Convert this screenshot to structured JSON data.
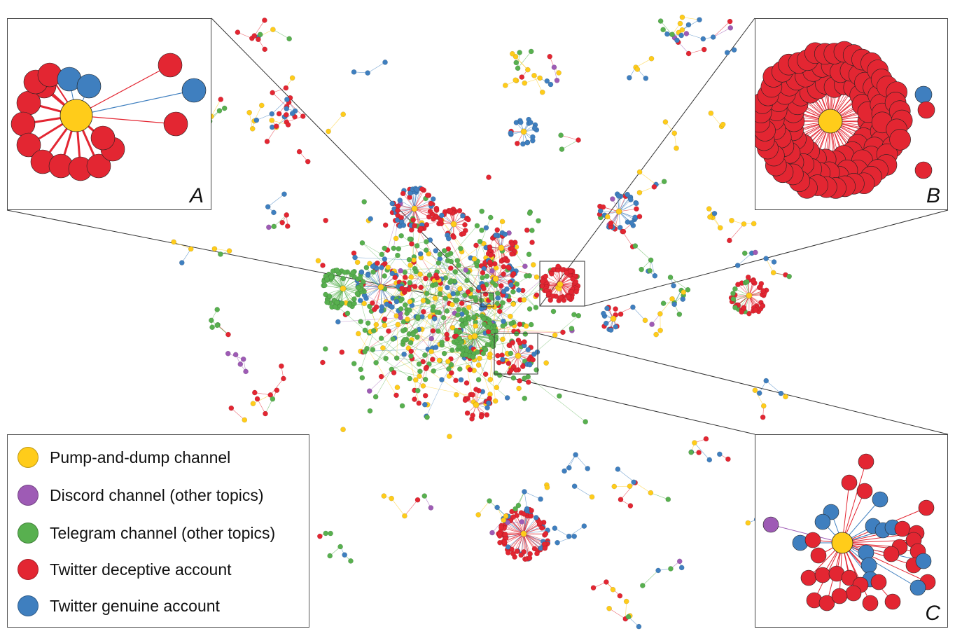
{
  "colors": {
    "pump": "#FFCC1A",
    "discord": "#9E5BB5",
    "telegram": "#58B04F",
    "deceptive": "#E32632",
    "genuine": "#3F7FBF"
  },
  "insets": [
    {
      "label": "A"
    },
    {
      "label": "B"
    },
    {
      "label": "C"
    }
  ],
  "legend": {
    "items": [
      {
        "label": "Pump-and-dump channel",
        "color": "#FFCC1A"
      },
      {
        "label": "Discord channel (other topics)",
        "color": "#9E5BB5"
      },
      {
        "label": "Telegram channel (other topics)",
        "color": "#58B04F"
      },
      {
        "label": "Twitter deceptive account",
        "color": "#E32632"
      },
      {
        "label": "Twitter genuine account",
        "color": "#3F7FBF"
      }
    ]
  }
}
